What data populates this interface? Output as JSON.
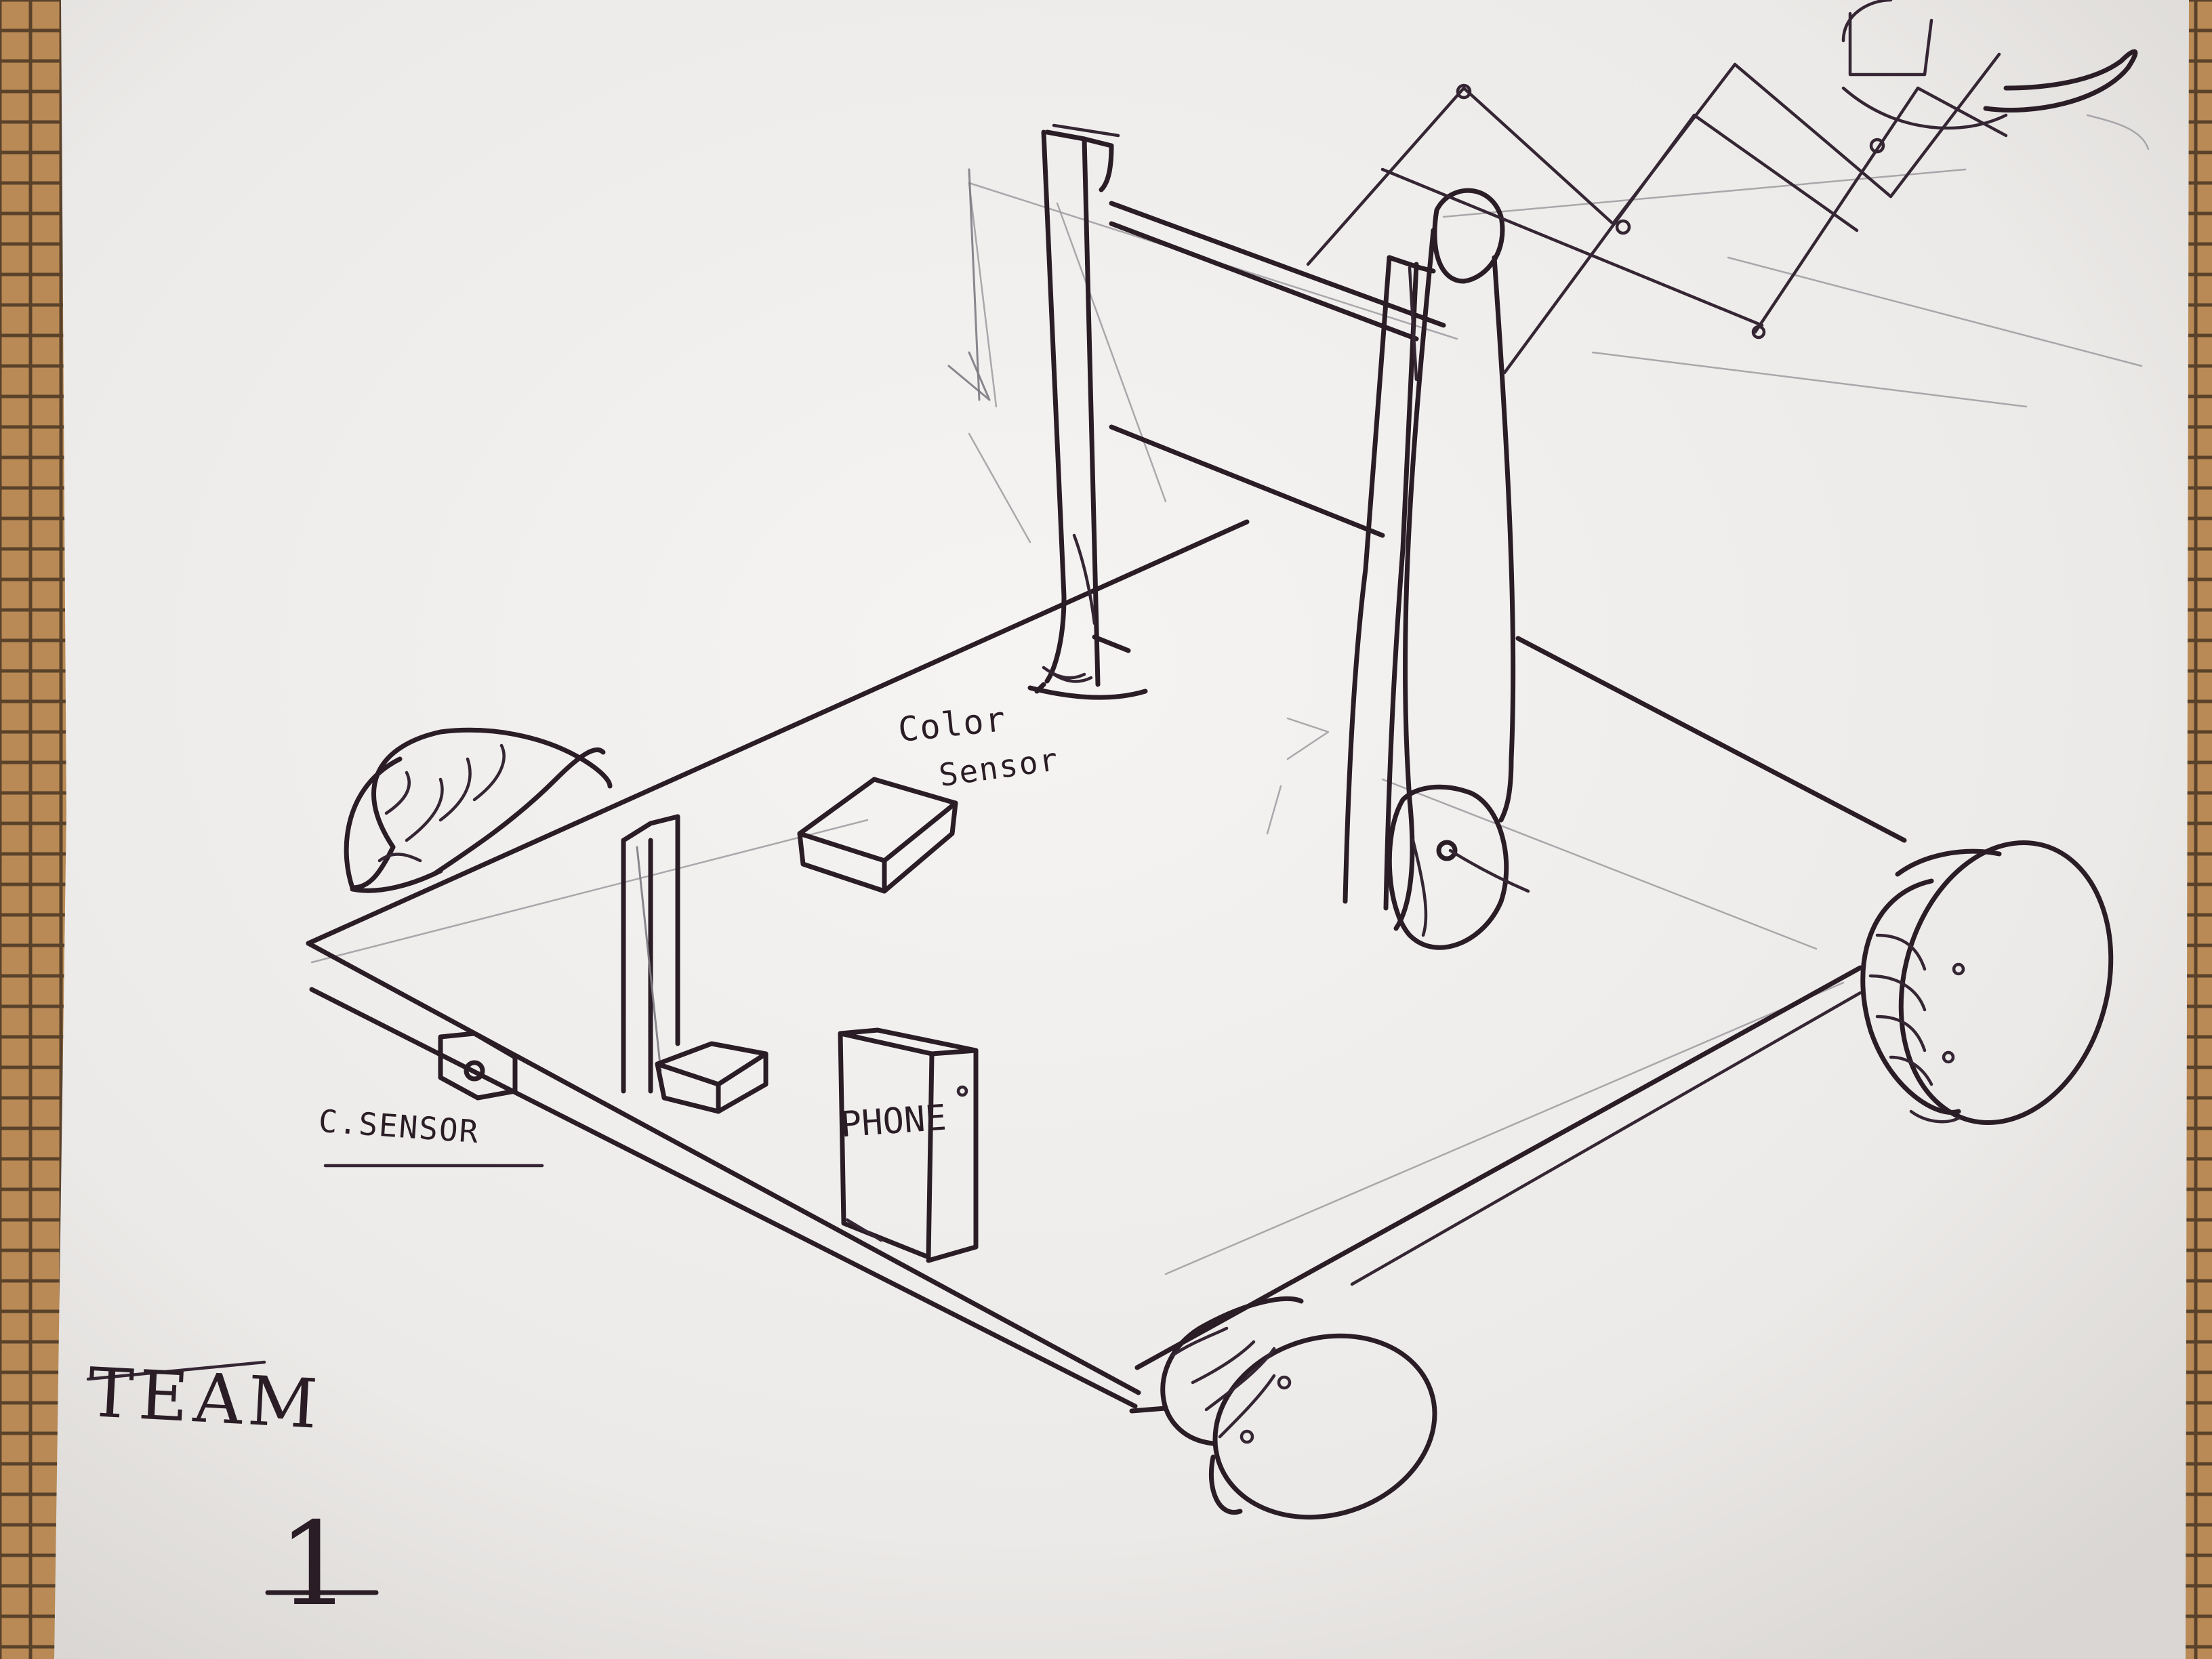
{
  "labels": {
    "color_sensor_line1": "Color",
    "color_sensor_line2": "Sensor",
    "c_sensor": "C.SENSOR",
    "phone": "PHONE",
    "team": "TEAM",
    "team_number": "1"
  },
  "colors": {
    "paper": "#f3f1ef",
    "ink": "#2a1d26",
    "pencil": "#9d9aa0",
    "cutting_mat": "#b98a55",
    "mat_grid": "#3b2a1c"
  }
}
